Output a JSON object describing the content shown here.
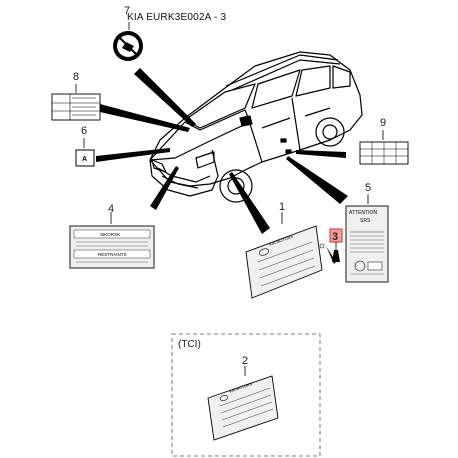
{
  "diagram": {
    "title": "KIA EURK3E002A - 3",
    "callouts": [
      {
        "number": "1"
      },
      {
        "number": "2"
      },
      {
        "number": "3",
        "highlighted": true
      },
      {
        "number": "4"
      },
      {
        "number": "5"
      },
      {
        "number": "6"
      },
      {
        "number": "7"
      },
      {
        "number": "8"
      },
      {
        "number": "9"
      }
    ],
    "label_texts": {
      "label_4_top": "SIKORSK",
      "label_4_bottom": "RESTRAINTS",
      "label_5_top": "ATTENTION",
      "label_5_sub": "SRS",
      "label_6_letter": "A",
      "plate_brand": "KIA MOTORS"
    },
    "tci_label": "(TCI)",
    "colors": {
      "line": "#000000",
      "label_fill": "#f0f0f0",
      "highlight_fill": "#f4a0a0",
      "highlight_border": "#d03030"
    }
  }
}
